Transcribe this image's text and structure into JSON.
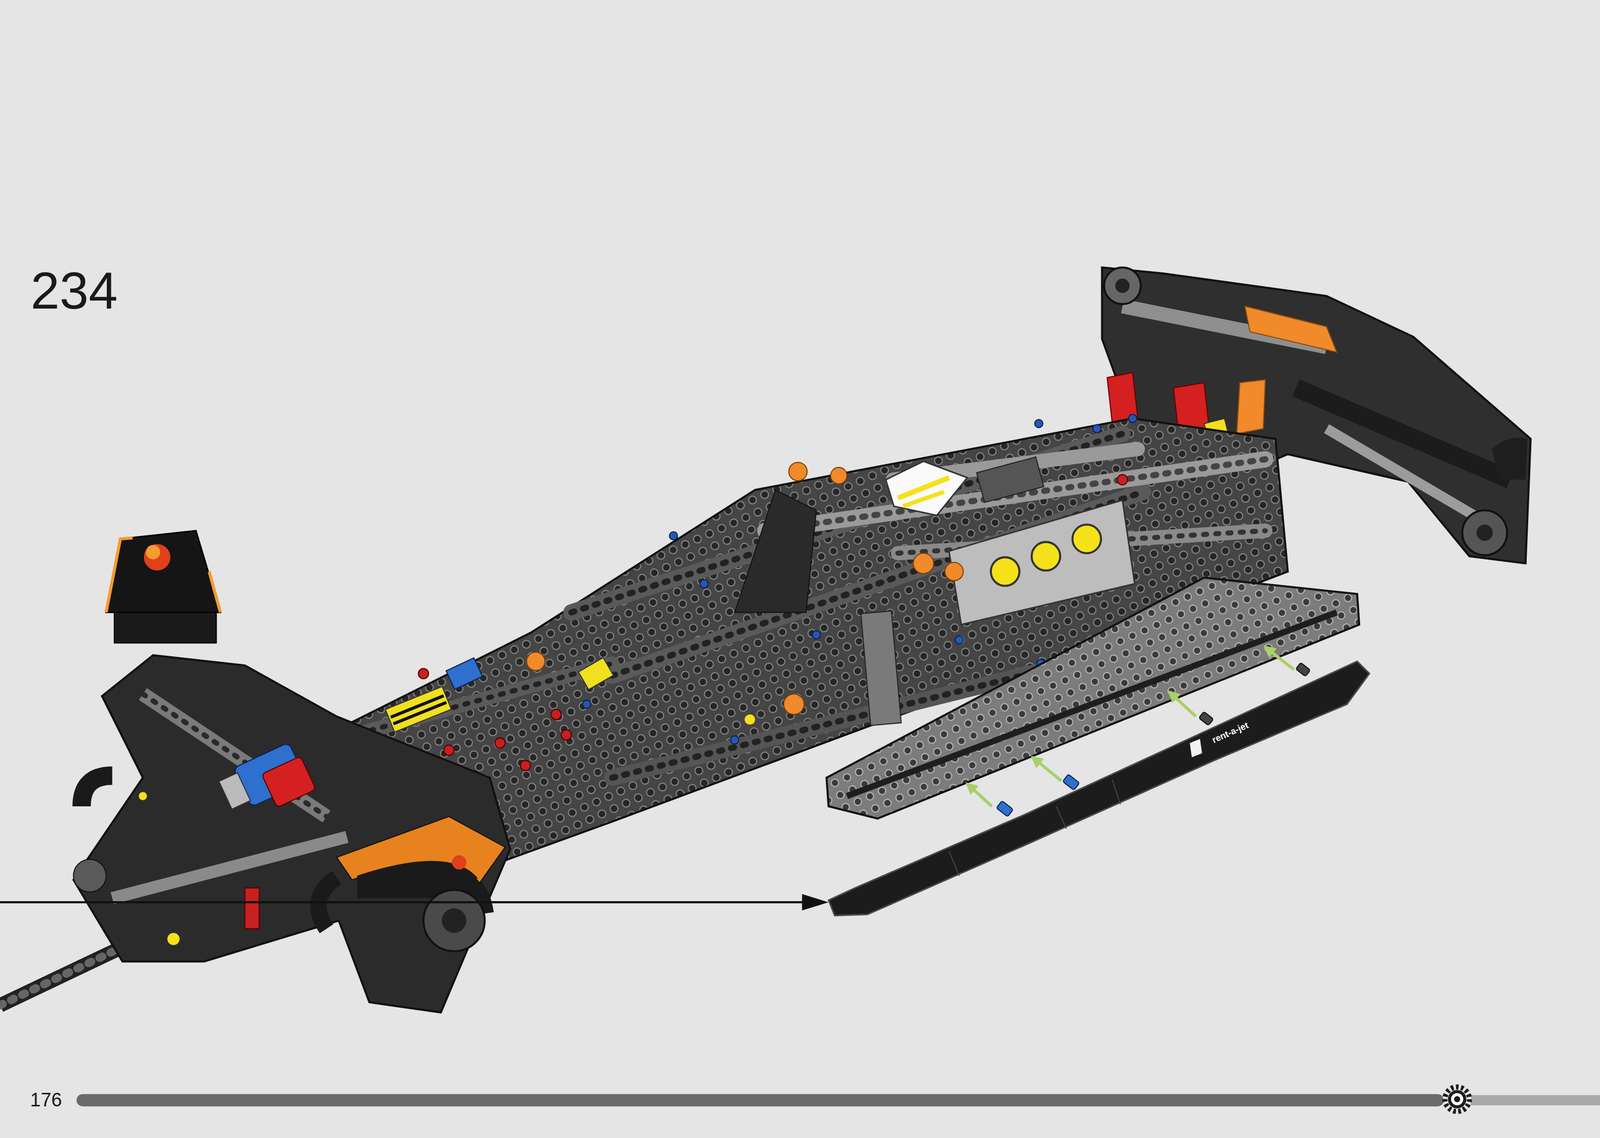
{
  "diagram": {
    "labels": [
      "234",
      "rent-a-jet",
      "176"
    ]
  }
}
